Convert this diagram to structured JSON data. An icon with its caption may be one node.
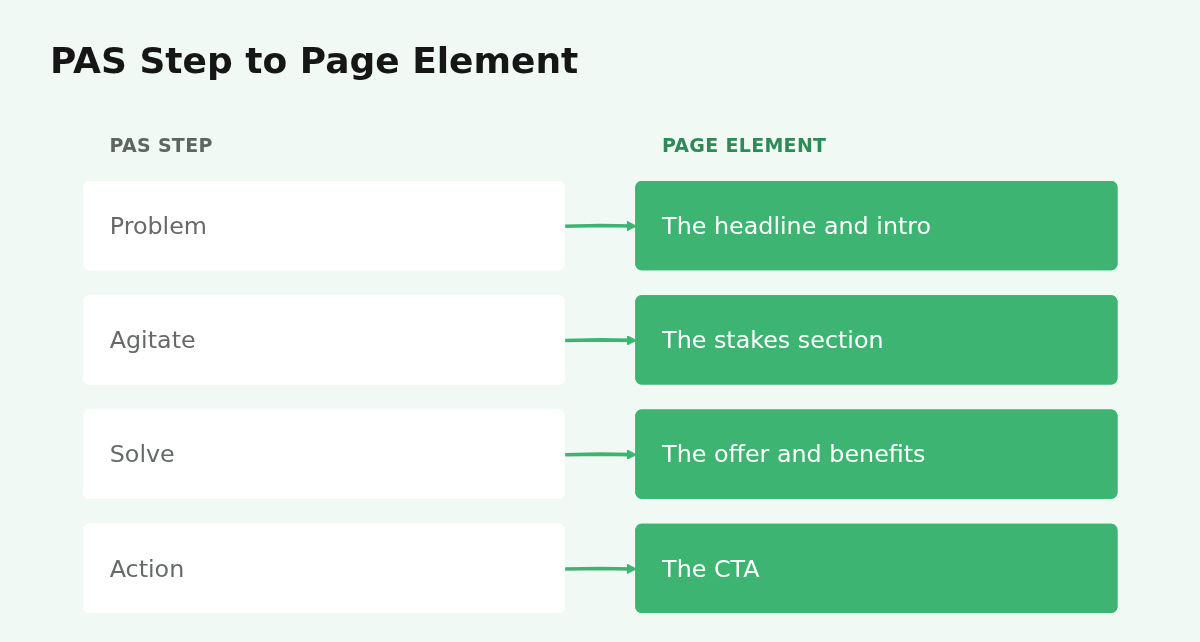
{
  "diagram": {
    "title": "PAS Step to Page Element",
    "nodes": [
      {
        "text": [
          "Problem"
        ]
      },
      {
        "text": [
          "The headline and intro"
        ]
      },
      {
        "text": [
          "Agitate"
        ]
      },
      {
        "text": [
          "The stakes section"
        ]
      },
      {
        "text": [
          "Solve"
        ]
      },
      {
        "text": [
          "The offer and benefits"
        ]
      },
      {
        "text": [
          "Action"
        ]
      },
      {
        "text": [
          "The CTA"
        ]
      }
    ],
    "edges": [
      {
        "from": 0,
        "to": 1,
        "arrow": "to"
      },
      {
        "from": 2,
        "to": 3,
        "arrow": "to"
      },
      {
        "from": 4,
        "to": 5,
        "arrow": "to"
      },
      {
        "from": 6,
        "to": 7,
        "arrow": "to"
      }
    ],
    "labels": [
      "PAS STEP",
      "PAGE ELEMENT"
    ]
  }
}
